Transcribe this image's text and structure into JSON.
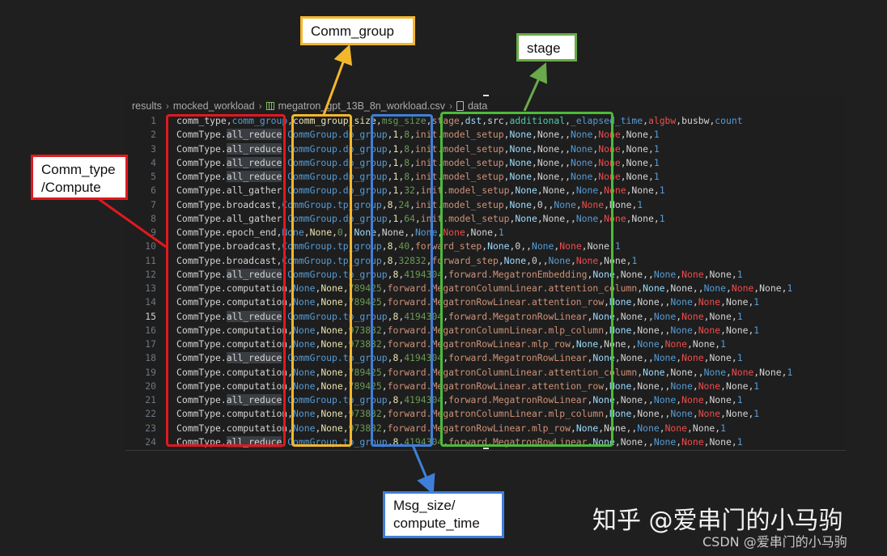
{
  "breadcrumb": {
    "items": [
      "results",
      "mocked_workload",
      "megatron_gpt_13B_8n_workload.csv",
      "data"
    ],
    "separator": ">"
  },
  "colors": {
    "comm_type_box": "#e0191f",
    "comm_group_box": "#f3b72b",
    "msg_size_box": "#3f7fd9",
    "stage_box": "#4cbb3a",
    "background": "#1e1e1e"
  },
  "csv": {
    "header": [
      {
        "t": "comm_type",
        "c": "#d4d4d4"
      },
      {
        "t": ",",
        "c": "#d4d4d4"
      },
      {
        "t": "comm_group",
        "c": "#569cd6"
      },
      {
        "t": ",",
        "c": "#d4d4d4"
      },
      {
        "t": "comm_group_size",
        "c": "#e8e2b0"
      },
      {
        "t": ",",
        "c": "#d4d4d4"
      },
      {
        "t": "msg_size",
        "c": "#6a9955"
      },
      {
        "t": ",",
        "c": "#d4d4d4"
      },
      {
        "t": "stage",
        "c": "#ce9178"
      },
      {
        "t": ",",
        "c": "#d4d4d4"
      },
      {
        "t": "dst",
        "c": "#9cdcfe"
      },
      {
        "t": ",",
        "c": "#d4d4d4"
      },
      {
        "t": "src",
        "c": "#d4d4d4"
      },
      {
        "t": ",",
        "c": "#d4d4d4"
      },
      {
        "t": "additional",
        "c": "#4ec9b0"
      },
      {
        "t": ",",
        "c": "#d4d4d4"
      },
      {
        "t": "_elapsed_time",
        "c": "#569cd6"
      },
      {
        "t": ",",
        "c": "#d4d4d4"
      },
      {
        "t": "algbw",
        "c": "#f14c4c"
      },
      {
        "t": ",",
        "c": "#d4d4d4"
      },
      {
        "t": "busbw",
        "c": "#d4d4d4"
      },
      {
        "t": ",",
        "c": "#d4d4d4"
      },
      {
        "t": "count",
        "c": "#569cd6"
      }
    ],
    "rows": [
      [
        "CommType.all_reduce",
        "CommGroup.dp_group",
        "1",
        "8",
        "init.model_setup",
        "None",
        "None",
        "",
        "None",
        "None",
        "None",
        "1"
      ],
      [
        "CommType.all_reduce",
        "CommGroup.dp_group",
        "1",
        "8",
        "init.model_setup",
        "None",
        "None",
        "",
        "None",
        "None",
        "None",
        "1"
      ],
      [
        "CommType.all_reduce",
        "CommGroup.dp_group",
        "1",
        "8",
        "init.model_setup",
        "None",
        "None",
        "",
        "None",
        "None",
        "None",
        "1"
      ],
      [
        "CommType.all_reduce",
        "CommGroup.dp_group",
        "1",
        "8",
        "init.model_setup",
        "None",
        "None",
        "",
        "None",
        "None",
        "None",
        "1"
      ],
      [
        "CommType.all_gather",
        "CommGroup.dp_group",
        "1",
        "32",
        "init.model_setup",
        "None",
        "None",
        "",
        "None",
        "None",
        "None",
        "1"
      ],
      [
        "CommType.broadcast",
        "CommGroup.tp_group",
        "8",
        "24",
        "init.model_setup",
        "None",
        "0",
        "",
        "None",
        "None",
        "None",
        "1"
      ],
      [
        "CommType.all_gather",
        "CommGroup.dp_group",
        "1",
        "64",
        "init.model_setup",
        "None",
        "None",
        "",
        "None",
        "None",
        "None",
        "1"
      ],
      [
        "CommType.epoch_end",
        "None",
        "None",
        "0",
        "",
        "None",
        "None",
        "",
        "None",
        "None",
        "None",
        "1"
      ],
      [
        "CommType.broadcast",
        "CommGroup.tp_group",
        "8",
        "40",
        "forward_step",
        "None",
        "0",
        "",
        "None",
        "None",
        "None",
        "1"
      ],
      [
        "CommType.broadcast",
        "CommGroup.tp_group",
        "8",
        "32832",
        "forward_step",
        "None",
        "0",
        "",
        "None",
        "None",
        "None",
        "1"
      ],
      [
        "CommType.all_reduce",
        "CommGroup.tp_group",
        "8",
        "4194304",
        "forward.MegatronEmbedding",
        "None",
        "None",
        "",
        "None",
        "None",
        "None",
        "1"
      ],
      [
        "CommType.computation",
        "None",
        "None",
        "789425",
        "forward.MegatronColumnLinear.attention_column",
        "None",
        "None",
        "",
        "None",
        "None",
        "None",
        "1"
      ],
      [
        "CommType.computation",
        "None",
        "None",
        "789425",
        "forward.MegatronRowLinear.attention_row",
        "None",
        "None",
        "",
        "None",
        "None",
        "None",
        "1"
      ],
      [
        "CommType.all_reduce",
        "CommGroup.tp_group",
        "8",
        "4194304",
        "forward.MegatronRowLinear",
        "None",
        "None",
        "",
        "None",
        "None",
        "None",
        "1"
      ],
      [
        "CommType.computation",
        "None",
        "None",
        "973832",
        "forward.MegatronColumnLinear.mlp_column",
        "None",
        "None",
        "",
        "None",
        "None",
        "None",
        "1"
      ],
      [
        "CommType.computation",
        "None",
        "None",
        "973832",
        "forward.MegatronRowLinear.mlp_row",
        "None",
        "None",
        "",
        "None",
        "None",
        "None",
        "1"
      ],
      [
        "CommType.all_reduce",
        "CommGroup.tp_group",
        "8",
        "4194304",
        "forward.MegatronRowLinear",
        "None",
        "None",
        "",
        "None",
        "None",
        "None",
        "1"
      ],
      [
        "CommType.computation",
        "None",
        "None",
        "789425",
        "forward.MegatronColumnLinear.attention_column",
        "None",
        "None",
        "",
        "None",
        "None",
        "None",
        "1"
      ],
      [
        "CommType.computation",
        "None",
        "None",
        "789425",
        "forward.MegatronRowLinear.attention_row",
        "None",
        "None",
        "",
        "None",
        "None",
        "None",
        "1"
      ],
      [
        "CommType.all_reduce",
        "CommGroup.tp_group",
        "8",
        "4194304",
        "forward.MegatronRowLinear",
        "None",
        "None",
        "",
        "None",
        "None",
        "None",
        "1"
      ],
      [
        "CommType.computation",
        "None",
        "None",
        "973832",
        "forward.MegatronColumnLinear.mlp_column",
        "None",
        "None",
        "",
        "None",
        "None",
        "None",
        "1"
      ],
      [
        "CommType.computation",
        "None",
        "None",
        "973832",
        "forward.MegatronRowLinear.mlp_row",
        "None",
        "None",
        "",
        "None",
        "None",
        "None",
        "1"
      ],
      [
        "CommType.all_reduce",
        "CommGroup.tp_group",
        "8",
        "4194304",
        "forward.MegatronRowLinear",
        "None",
        "None",
        "",
        "None",
        "None",
        "None",
        "1"
      ]
    ],
    "column_colors": [
      "#d4d4d4",
      "#569cd6",
      "#e8e2b0",
      "#6a9955",
      "#ce9178",
      "#9cdcfe",
      "#d4d4d4",
      "#4ec9b0",
      "#569cd6",
      "#f14c4c",
      "#d4d4d4",
      "#569cd6"
    ],
    "active_line": 15
  },
  "annotations": {
    "comm_type": "Comm_type\n/Compute",
    "comm_type_line1": "Comm_type",
    "comm_type_line2": "/Compute",
    "comm_group": "Comm_group",
    "stage": "stage",
    "msg_size_line1": "Msg_size/",
    "msg_size_line2": "compute_time"
  },
  "watermark": {
    "zhihu": "知乎 @爱串门的小马驹",
    "csdn": "CSDN @爱串门的小马驹"
  }
}
